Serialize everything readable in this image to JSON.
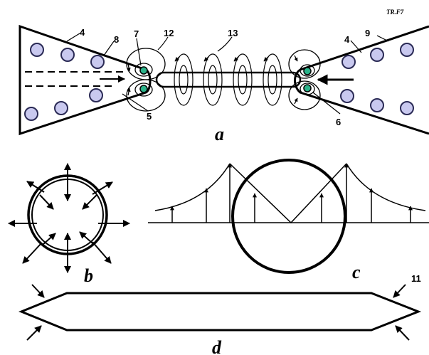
{
  "figure_code": "TR.F7",
  "labels": {
    "n4_left": "4",
    "n8": "8",
    "n7": "7",
    "n12": "12",
    "n13": "13",
    "n4_right": "4",
    "n9": "9",
    "n5": "5",
    "n6": "6",
    "n11": "11"
  },
  "panels": {
    "a": "a",
    "b": "b",
    "c": "c",
    "d": "d"
  },
  "colors": {
    "ink": "#000000",
    "particle_fill": "#c9c9ef",
    "particle_stroke": "#2a2a55",
    "nucleus_fill": "#2bb38a",
    "background": "#ffffff"
  }
}
